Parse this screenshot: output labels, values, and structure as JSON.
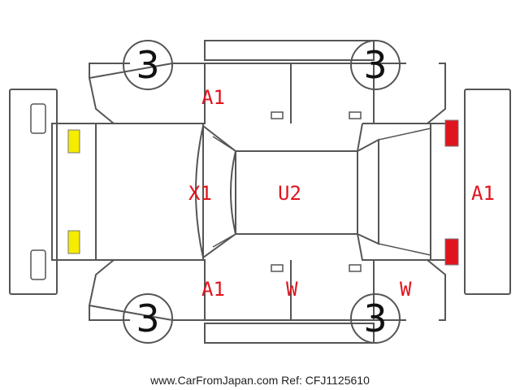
{
  "diagram": {
    "condition_marks": {
      "front_left_fender": "A1",
      "front_left_door_area": "X1",
      "roof": "U2",
      "rear_bumper": "A1",
      "bottom_left_rocker": "A1",
      "bottom_rear_door": "W",
      "bottom_rear_quarter": "W"
    },
    "tire_ratings": {
      "front_top": "3",
      "rear_top": "3",
      "front_bottom": "3",
      "rear_bottom": "3"
    },
    "colors": {
      "label": "#e0141e",
      "front_lamp": "#f5ec00",
      "rear_lamp": "#e0141e",
      "outline": "#555555"
    }
  },
  "footer": {
    "text": "www.CarFromJapan.com Ref: CFJ1125610"
  }
}
